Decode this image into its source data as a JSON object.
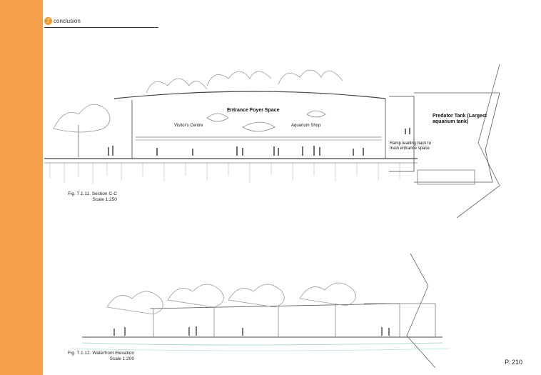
{
  "header": {
    "chapter_number": "7",
    "chapter_title": "conclusion"
  },
  "section": {
    "labels": {
      "entrance_foyer": "Entrance Foyer Space",
      "visitors_centre": "Visitor's Centre",
      "aquarium_shop": "Aquarium Shop",
      "predator_tank": "Predator Tank (Largest aquarium tank)",
      "ramp": "Ramp leading back to main entrance space"
    },
    "caption_title": "Fig. 7.1.11. Section C-C",
    "caption_scale": "Scale 1:250"
  },
  "elevation": {
    "caption_title": "Fig. 7.1.12. Waterfront Elevation",
    "caption_scale": "Scale 1:200"
  },
  "page_number": "P. 210",
  "colors": {
    "sidebar": "#f5a04a",
    "chapter_badge": "#f39a2e"
  }
}
